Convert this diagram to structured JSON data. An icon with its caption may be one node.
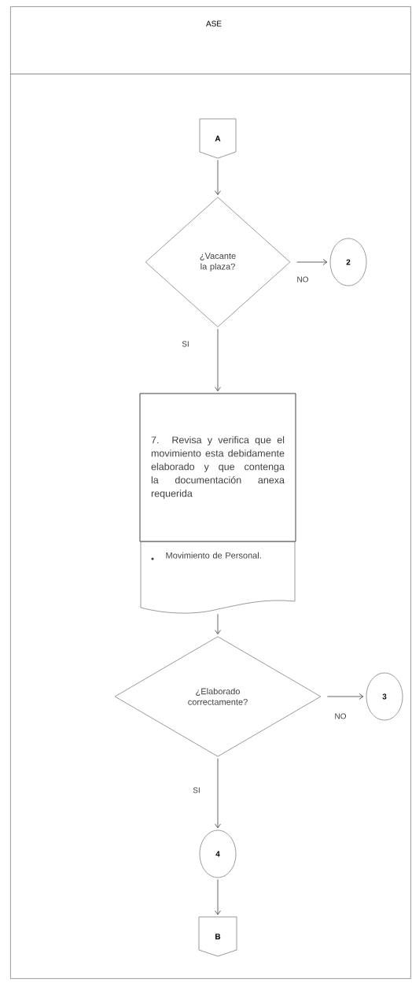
{
  "diagram": {
    "nodes": [
      {
        "text": [
          "ASE"
        ]
      },
      {
        "text": [
          "A"
        ],
        "in": 0
      },
      {
        "text": [
          "¿Vacante la plaza?"
        ],
        "in": 0
      },
      {
        "text": [
          "2"
        ],
        "in": 0
      },
      {
        "text": [
          "7. Revisa y verifica que el movimiento esta debidamente elaborado y que contenga la documentación anexa requerida"
        ],
        "in": 0
      },
      {
        "text": [
          "Movimiento de Personal."
        ],
        "in": 0
      },
      {
        "text": [
          "¿Elaborado correctamente?"
        ],
        "in": 0
      },
      {
        "text": [
          "3"
        ],
        "in": 0
      },
      {
        "text": [
          "4"
        ],
        "in": 0
      },
      {
        "text": [
          "B"
        ],
        "in": 0
      }
    ],
    "edges": [
      {
        "from": 1,
        "to": 2,
        "arrow": "to"
      },
      {
        "from": 2,
        "to": 3,
        "arrow": "to",
        "label": "NO"
      },
      {
        "from": 2,
        "to": 4,
        "arrow": "to",
        "label": "SI"
      },
      {
        "from": 5,
        "to": 6,
        "arrow": "to"
      },
      {
        "from": 6,
        "to": 7,
        "arrow": "to",
        "label": "NO"
      },
      {
        "from": 6,
        "to": 8,
        "arrow": "to",
        "label": "SI"
      },
      {
        "from": 8,
        "to": 9,
        "arrow": "to"
      }
    ]
  }
}
